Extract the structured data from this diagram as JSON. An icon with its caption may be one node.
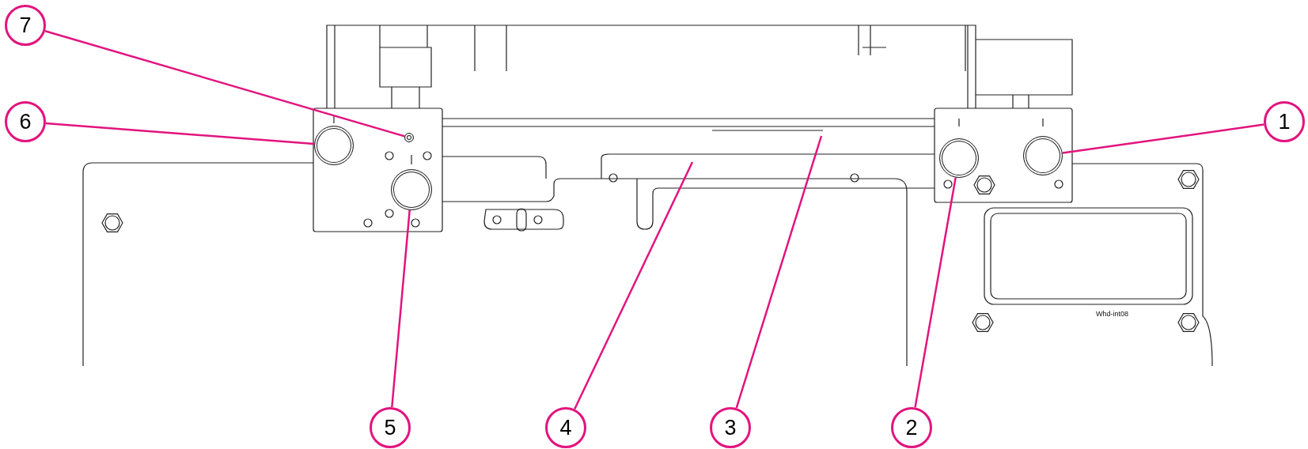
{
  "diagram": {
    "nodes": [
      {
        "text": [
          "7"
        ]
      },
      {
        "text": [
          "6"
        ]
      },
      {
        "text": [
          "1"
        ]
      },
      {
        "text": [
          "5"
        ]
      },
      {
        "text": [
          "4"
        ]
      },
      {
        "text": [
          "3"
        ]
      },
      {
        "text": [
          "2"
        ]
      },
      {
        "text": [],
        "shape": "circle"
      },
      {
        "text": [],
        "shape": "circle"
      },
      {
        "text": [],
        "shape": "circle"
      },
      {
        "text": [],
        "shape": "circle"
      },
      {
        "text": [],
        "shape": "circle"
      }
    ],
    "edges": [
      {
        "from": 0,
        "to": 7,
        "arrow": "none"
      },
      {
        "from": 1,
        "to": 8,
        "arrow": "none"
      },
      {
        "from": 2,
        "to": 9,
        "arrow": "none"
      },
      {
        "from": 3,
        "to": 10,
        "arrow": "none"
      },
      {
        "from": 4,
        "to": null,
        "arrow": "none"
      },
      {
        "from": 5,
        "to": null,
        "arrow": "none"
      },
      {
        "from": 6,
        "to": 11,
        "arrow": "none"
      }
    ],
    "labels": [
      "Whd-int08"
    ]
  }
}
